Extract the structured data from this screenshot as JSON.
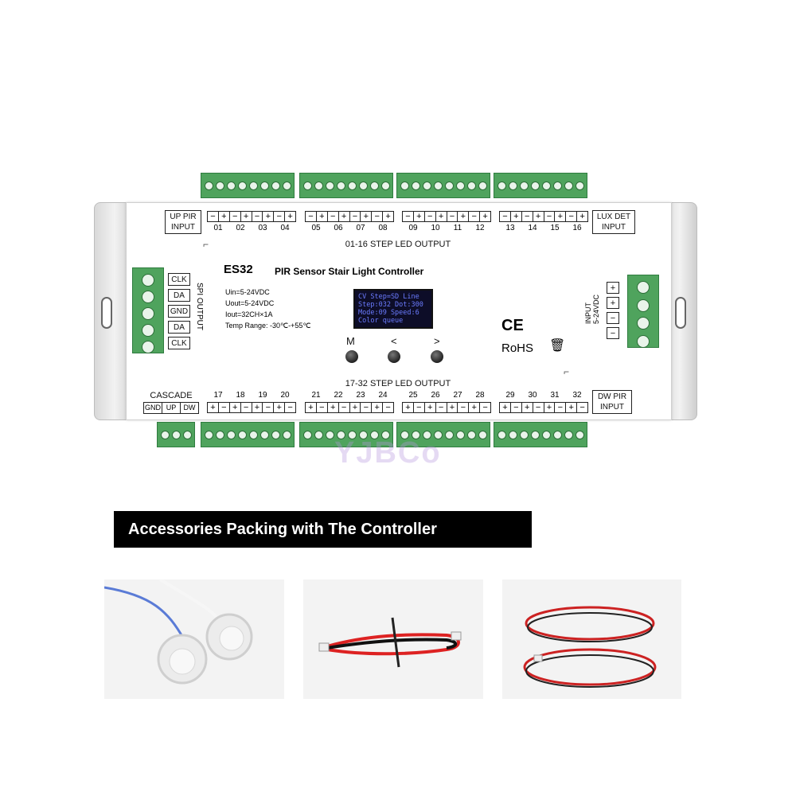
{
  "device": {
    "model": "ES32",
    "title": "PIR Sensor Stair Light Controller",
    "specs": [
      "Uin=5-24VDC",
      "Uout=5-24VDC",
      "Iout=32CH×1A",
      "Temp Range: -30℃-+55℃"
    ],
    "up_pir": "UP PIR\nINPUT",
    "lux_det": "LUX DET\nINPUT",
    "dw_pir": "DW PIR\nINPUT",
    "top_output_label": "01-16 STEP LED OUTPUT",
    "bottom_output_label": "17-32 STEP LED OUTPUT",
    "spi_output": "SPI OUTPUT",
    "spi_pins": [
      "CLK",
      "DA",
      "GND",
      "DA",
      "CLK"
    ],
    "input_label": "INPUT\n5-24VDC",
    "input_pins": [
      "+",
      "+",
      "−",
      "−"
    ],
    "cascade": "CASCADE",
    "cascade_pins": [
      "GND",
      "UP",
      "DW"
    ],
    "top_channels": [
      [
        "01",
        "02",
        "03",
        "04"
      ],
      [
        "05",
        "06",
        "07",
        "08"
      ],
      [
        "09",
        "10",
        "11",
        "12"
      ],
      [
        "13",
        "14",
        "15",
        "16"
      ]
    ],
    "bottom_channels": [
      [
        "17",
        "18",
        "19",
        "20"
      ],
      [
        "21",
        "22",
        "23",
        "24"
      ],
      [
        "25",
        "26",
        "27",
        "28"
      ],
      [
        "29",
        "30",
        "31",
        "32"
      ]
    ],
    "oled_lines": [
      "CV Step=SD Line",
      "Step:032 Dot:300",
      "Mode:09  Speed:6",
      "Color queue"
    ],
    "buttons": [
      "M",
      "<",
      ">"
    ],
    "ce": "CE",
    "rohs": "RoHS"
  },
  "watermark": "YJBCo",
  "banner": "Accessories Packing with The Controller",
  "accessories": [
    "pir-sensors",
    "cascade-cable",
    "red-black-wires"
  ]
}
